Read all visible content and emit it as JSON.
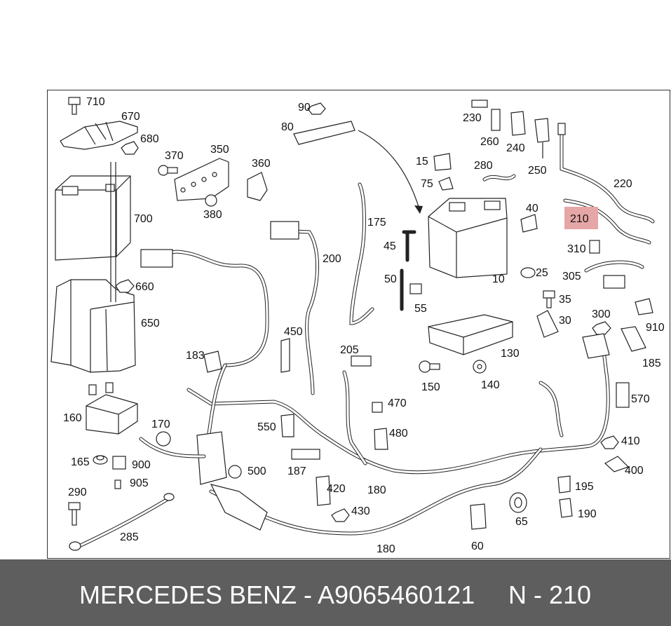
{
  "labels": {
    "p710": "710",
    "p670": "670",
    "p680": "680",
    "p370": "370",
    "p350": "350",
    "p360": "360",
    "p380": "380",
    "p700": "700",
    "p660": "660",
    "p650": "650",
    "p90": "90",
    "p80": "80",
    "p230": "230",
    "p260": "260",
    "p240": "240",
    "p250": "250",
    "p220": "220",
    "p15": "15",
    "p75": "75",
    "p280": "280",
    "p175": "175",
    "p45": "45",
    "p40": "40",
    "p210": "210",
    "p310": "310",
    "p200": "200",
    "p50": "50",
    "p25": "25",
    "p10": "10",
    "p305": "305",
    "p55": "55",
    "p35": "35",
    "p30": "30",
    "p300": "300",
    "p910": "910",
    "p450": "450",
    "p183": "183",
    "p205": "205",
    "p130": "130",
    "p185": "185",
    "p150": "150",
    "p140": "140",
    "p470": "470",
    "p570": "570",
    "p160": "160",
    "p170": "170",
    "p550": "550",
    "p480": "480",
    "p410": "410",
    "p165": "165",
    "p900": "900",
    "p500": "500",
    "p187": "187",
    "p400": "400",
    "p905": "905",
    "p420": "420",
    "p180a": "180",
    "p195": "195",
    "p290": "290",
    "p430": "430",
    "p190": "190",
    "p65": "65",
    "p285": "285",
    "p60": "60",
    "p180b": "180"
  },
  "footer": {
    "brand_part": "MERCEDES BENZ - A9065460121",
    "position": "N - 210"
  },
  "highlight_color": "#e6a6a6"
}
